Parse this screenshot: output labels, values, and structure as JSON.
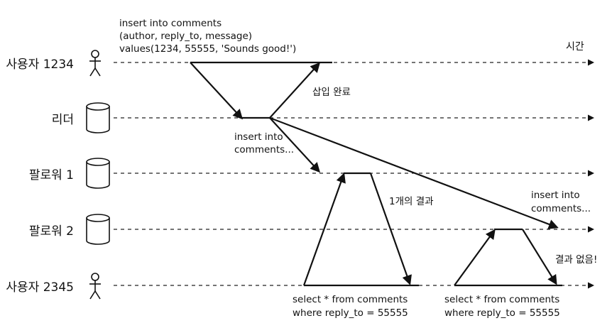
{
  "actors": [
    {
      "key": "user1234",
      "label": "사용자 1234",
      "icon": "user-icon"
    },
    {
      "key": "leader",
      "label": "리더",
      "icon": "database-icon"
    },
    {
      "key": "follower1",
      "label": "팔로워 1",
      "icon": "database-icon"
    },
    {
      "key": "follower2",
      "label": "팔로워 2",
      "icon": "database-icon"
    },
    {
      "key": "user2345",
      "label": "사용자 2345",
      "icon": "user-icon"
    }
  ],
  "time_label": "시간",
  "annotations": {
    "insert_sql": [
      "insert into comments",
      "(author, reply_to, message)",
      "values(1234, 55555, 'Sounds good!')"
    ],
    "insert_ack": "삽입 완료",
    "replicate_f1": [
      "insert into",
      "comments..."
    ],
    "replicate_f2": [
      "insert into",
      "comments..."
    ],
    "first_result": "1개의 결과",
    "second_result": "결과 없음!",
    "query1": [
      "select * from comments",
      "where reply_to = 55555"
    ],
    "query2": [
      "select * from comments",
      "where reply_to = 55555"
    ]
  }
}
